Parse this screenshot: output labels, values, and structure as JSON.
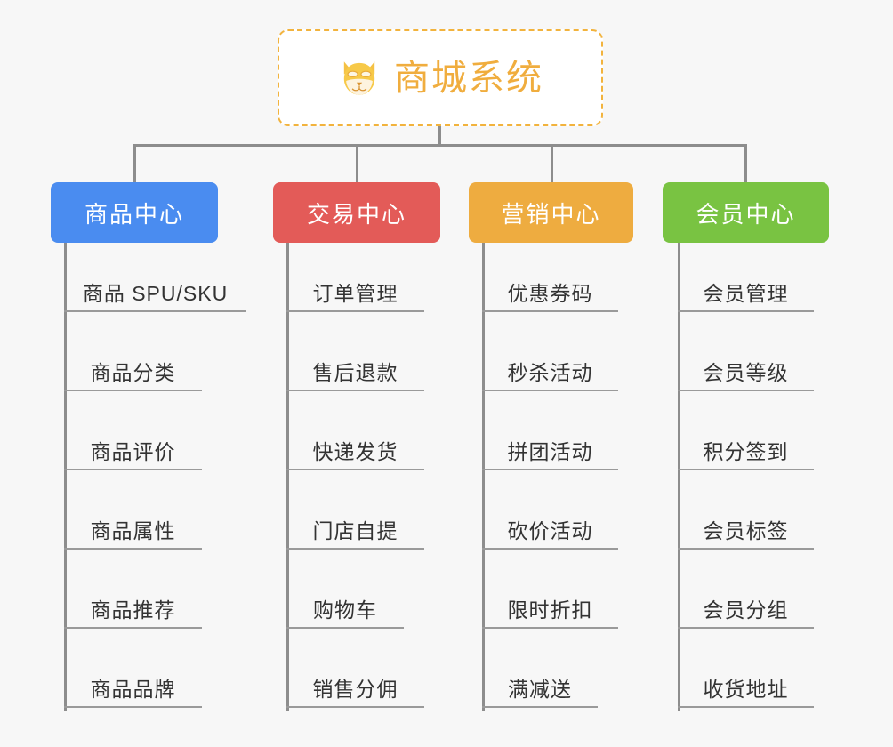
{
  "root": {
    "title": "商城系统",
    "icon": "shiba-dog-icon",
    "border_color": "#f2b33d",
    "text_color": "#f0ad3e"
  },
  "connector_color": "#8d8d8d",
  "background_color": "#f7f7f7",
  "leaf_text_color": "#333333",
  "leaf_underline_color": "#9a9a9a",
  "branches": [
    {
      "label": "商品中心",
      "color": "#4a8cf0",
      "items": [
        "商品 SPU/SKU",
        "商品分类",
        "商品评价",
        "商品属性",
        "商品推荐",
        "商品品牌"
      ]
    },
    {
      "label": "交易中心",
      "color": "#e35b58",
      "items": [
        "订单管理",
        "售后退款",
        "快递发货",
        "门店自提",
        "购物车",
        "销售分佣"
      ]
    },
    {
      "label": "营销中心",
      "color": "#eeac40",
      "items": [
        "优惠券码",
        "秒杀活动",
        "拼团活动",
        "砍价活动",
        "限时折扣",
        "满减送"
      ]
    },
    {
      "label": "会员中心",
      "color": "#79c342",
      "items": [
        "会员管理",
        "会员等级",
        "积分签到",
        "会员标签",
        "会员分组",
        "收货地址"
      ]
    }
  ]
}
